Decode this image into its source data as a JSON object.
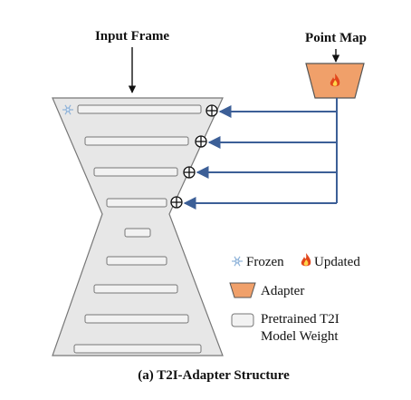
{
  "labels": {
    "input_frame": "Input Frame",
    "point_map": "Point Map",
    "caption": "(a) T2I-Adapter Structure"
  },
  "legend": {
    "frozen": "Frozen",
    "updated": "Updated",
    "adapter": "Adapter",
    "pretrained_line1": "Pretrained T2I",
    "pretrained_line2": "Model Weight"
  },
  "colors": {
    "hourglass_fill": "#e7e7e7",
    "hourglass_stroke": "#777777",
    "adapter_fill": "#f0a06a",
    "arrow": "#3c5f97",
    "layer_fill": "#f2f2f2"
  },
  "icons": {
    "frozen": "snowflake-icon",
    "updated": "flame-icon",
    "merge": "circled-plus-icon"
  }
}
